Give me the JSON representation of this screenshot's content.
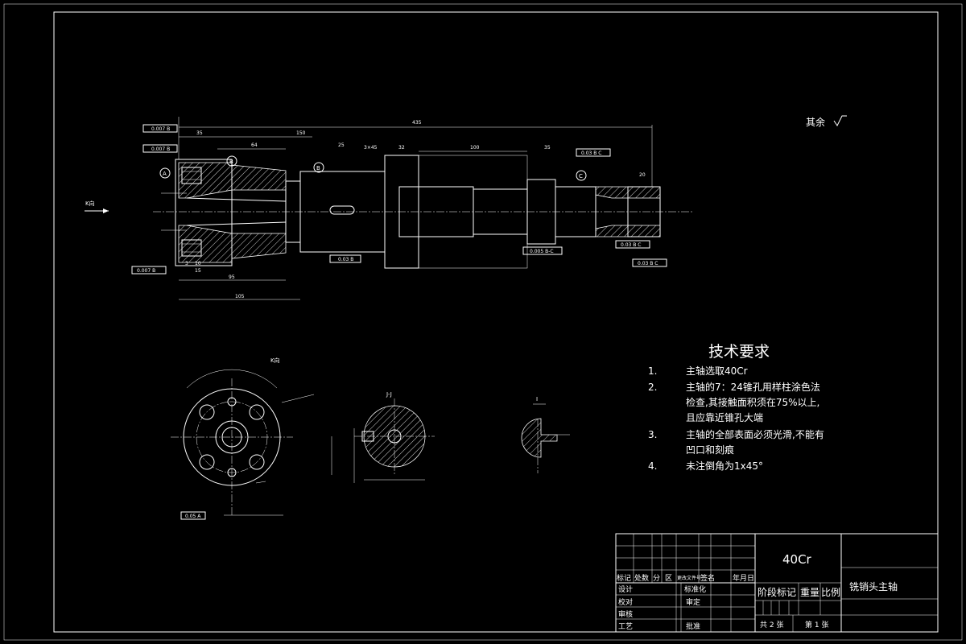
{
  "drawing": {
    "surface_note": "其余",
    "view_k_label": "K向",
    "view_k_title": "K向",
    "section_label": "J-J",
    "detail_label": "I"
  },
  "dims": {
    "overall": "435",
    "d150": "150",
    "d64": "64",
    "d35a": "35",
    "d35b": "35",
    "d25": "25",
    "d3x45": "3×45",
    "d32": "32",
    "d100": "100",
    "d20": "20",
    "d95": "95",
    "d105": "105",
    "d10": "10",
    "d15": "15",
    "d3": "3"
  },
  "datums": [
    "A",
    "B",
    "B",
    "C"
  ],
  "tolerance_frames": [
    "0.007 B",
    "0.007 B",
    "0.005 B-C",
    "0.03 B",
    "0.03 B C",
    "0.03 B C",
    "0.03 B C",
    "0.007 B",
    "0.05 A"
  ],
  "notes": {
    "title": "技术要求",
    "items": [
      {
        "num": "1.",
        "lines": [
          "主轴选取40Cr"
        ]
      },
      {
        "num": "2.",
        "lines": [
          "主轴的7：24锥孔用样柱涂色法",
          "检查,其接触面积须在75%以上,",
          "且应靠近锥孔大端"
        ]
      },
      {
        "num": "3.",
        "lines": [
          "主轴的全部表面必须光滑,不能有",
          "凹口和刻痕"
        ]
      },
      {
        "num": "4.",
        "lines": [
          "未注倒角为1x45°"
        ]
      }
    ]
  },
  "title_block": {
    "material": "40Cr",
    "part_name": "铣销头主轴",
    "row_labels": [
      "标记",
      "处数",
      "分",
      "区",
      "更改文件号",
      "签名",
      "年月日"
    ],
    "designer": "设计",
    "standardize": "标准化",
    "checker": "校对",
    "reviewer": "审核",
    "examine": "审定",
    "craft": "工艺",
    "approve": "批准",
    "stage_mark": "阶段标记",
    "weight": "重量",
    "scale": "比例",
    "sheets_total": "共 2 张",
    "sheet_no": "第 1 张"
  }
}
